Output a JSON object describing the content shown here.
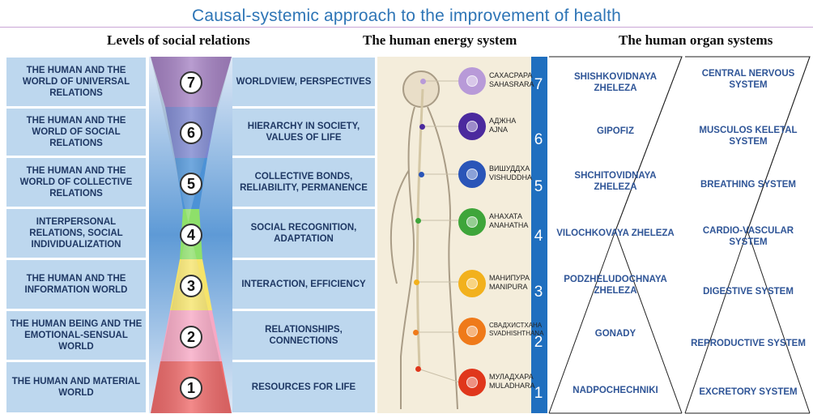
{
  "title": "Causal-systemic approach to the improvement of health",
  "headers": {
    "social": "Levels of social relations",
    "energy": "The human energy system",
    "organs": "The human organ systems"
  },
  "colors": {
    "title": "#2e75b6",
    "box_fill": "#bdd7ee",
    "box_text": "#1f3864",
    "organ_text": "#2f5597",
    "scale_bar": "#1f6fbf",
    "energy_bg": "#f4eddb",
    "level_colors": [
      "#ef6b6b",
      "#f7a8c4",
      "#f6e46a",
      "#8ee06a",
      "#4c92d6",
      "#7c86cf",
      "#a683c4"
    ]
  },
  "social_levels": [
    {
      "n": "7",
      "text": "THE HUMAN AND THE WORLD OF UNIVERSAL RELATIONS"
    },
    {
      "n": "6",
      "text": "THE HUMAN AND THE WORLD OF SOCIAL RELATIONS"
    },
    {
      "n": "5",
      "text": "THE HUMAN AND THE WORLD OF COLLECTIVE RELATIONS"
    },
    {
      "n": "4",
      "text": "INTERPERSONAL RELATIONS, SOCIAL INDIVIDUALIZATION"
    },
    {
      "n": "3",
      "text": "THE HUMAN AND THE INFORMATION WORLD"
    },
    {
      "n": "2",
      "text": "THE HUMAN BEING AND THE EMOTIONAL-SENSUAL WORLD"
    },
    {
      "n": "1",
      "text": "THE HUMAN AND MATERIAL WORLD"
    }
  ],
  "middle_values": [
    "WORLDVIEW, PERSPECTIVES",
    "HIERARCHY IN SOCIETY, VALUES OF LIFE",
    "COLLECTIVE BONDS, RELIABILITY, PERMANENCE",
    "SOCIAL RECOGNITION, ADAPTATION",
    "INTERACTION, EFFICIENCY",
    "RELATIONSHIPS, CONNECTIONS",
    "RESOURCES FOR LIFE"
  ],
  "chakras": [
    {
      "n": "7",
      "ru": "САХАСРАРА",
      "en": "SAHASRARA",
      "color": "#b89ad8"
    },
    {
      "n": "6",
      "ru": "АДЖНА",
      "en": "AJNA",
      "color": "#4b2a9e"
    },
    {
      "n": "5",
      "ru": "ВИШУДДХА",
      "en": "VISHUDDHA",
      "color": "#2a55b8"
    },
    {
      "n": "4",
      "ru": "АНАХАТА",
      "en": "ANAHATHA",
      "color": "#3ea53a"
    },
    {
      "n": "3",
      "ru": "МАНИПУРА",
      "en": "MANIPURA",
      "color": "#f2b11d"
    },
    {
      "n": "2",
      "ru": "СВАДХИСТХАНА",
      "en": "SVADHISHTHANA",
      "color": "#ef7a1a"
    },
    {
      "n": "1",
      "ru": "МУЛАДХАРА",
      "en": "MULADHARA",
      "color": "#e0371c"
    }
  ],
  "glands": [
    "SHISHKOVIDNAYA ZHELEZA",
    "GIPOFIZ",
    "SHCHITOVIDNAYA ZHELEZA",
    "VILOCHKOVAYA ZHELEZA",
    "PODZHELUDOCHNAYA ZHELEZA",
    "GONADY",
    "NADPOCHECHNIKI"
  ],
  "organ_systems": [
    "CENTRAL NERVOUS SYSTEM",
    "MUSCULOS KELETAL SYSTEM",
    "BREATHING SYSTEM",
    "CARDIO-VASCULAR SYSTEM",
    "DIGESTIVE SYSTEM",
    "REPRODUCTIVE SYSTEM",
    "EXCRETORY SYSTEM"
  ]
}
